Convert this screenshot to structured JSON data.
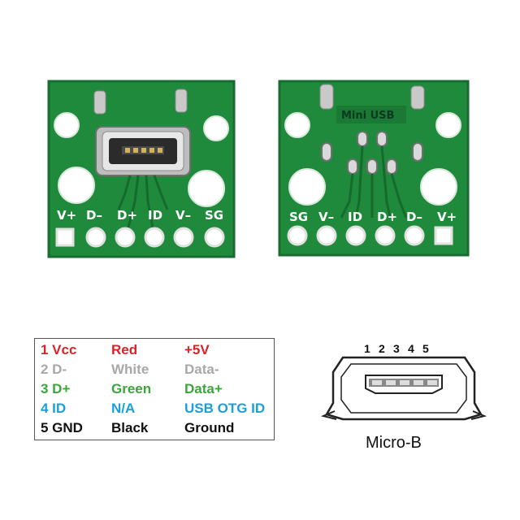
{
  "left_board": {
    "pin_labels": [
      "V+",
      "D–",
      "D+",
      "ID",
      "V–",
      "SG"
    ]
  },
  "right_board": {
    "title": "Mini USB",
    "pin_labels": [
      "SG",
      "V–",
      "ID",
      "D+",
      "D–",
      "V+"
    ]
  },
  "pin_table": {
    "rows": [
      {
        "pin": "1 Vcc",
        "wire": "Red",
        "signal": "+5V",
        "color": "#d8232a"
      },
      {
        "pin": "2 D-",
        "wire": "White",
        "signal": "Data-",
        "color": "#a8a8a8"
      },
      {
        "pin": "3 D+",
        "wire": "Green",
        "signal": "Data+",
        "color": "#3aa63a"
      },
      {
        "pin": "4 ID",
        "wire": "N/A",
        "signal": "USB OTG ID",
        "color": "#1b9fd8"
      },
      {
        "pin": "5 GND",
        "wire": "Black",
        "signal": "Ground",
        "color": "#111111"
      }
    ]
  },
  "connector": {
    "pin_numbers": [
      "1",
      "2",
      "3",
      "4",
      "5"
    ],
    "label": "Micro-B"
  },
  "colors": {
    "pcb_green": "#1f8a3c",
    "pcb_dark": "#146b2c",
    "pad_silver": "#e8e8e8"
  }
}
